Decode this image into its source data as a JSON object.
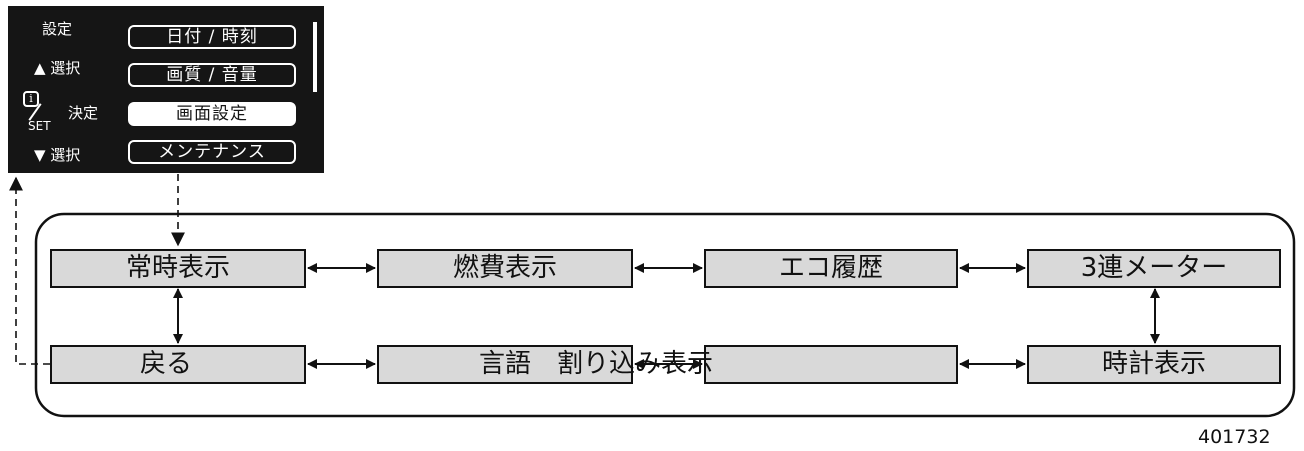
{
  "panel": {
    "labels": {
      "settings": "設定",
      "select_up": "▲ 選択",
      "info_icon": "i",
      "set": "SET",
      "decide": "決定",
      "select_down": "▼ 選択"
    },
    "menu": [
      {
        "label": "日付 / 時刻",
        "selected": false
      },
      {
        "label": "画質 / 音量",
        "selected": false
      },
      {
        "label": "画面設定",
        "selected": true
      },
      {
        "label": "メンテナンス",
        "selected": false
      }
    ]
  },
  "modes": {
    "always_display": "常時表示",
    "fuel_display": "燃費表示",
    "eco_history": "エコ履歴",
    "triple_meter": "3連メーター",
    "back": "戻る",
    "language_interrupt": "言語　割り込み表示",
    "clock_display": "時計表示"
  },
  "figure_number": "401732"
}
